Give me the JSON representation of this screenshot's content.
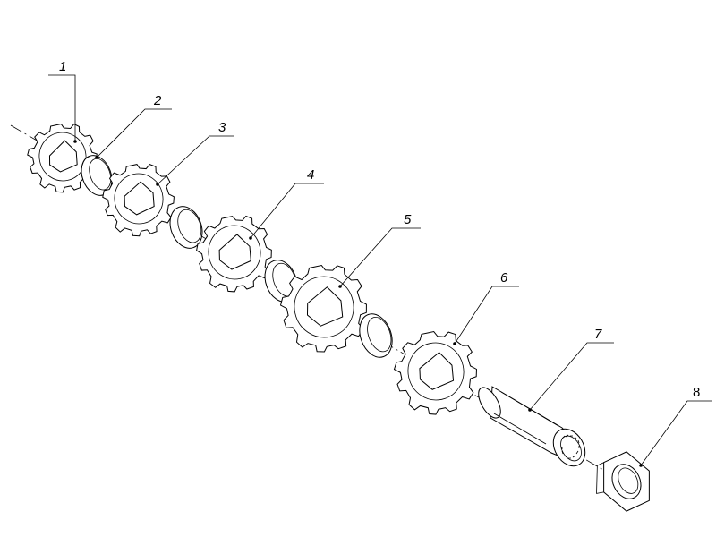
{
  "drawing": {
    "callouts": [
      {
        "number": "1"
      },
      {
        "number": "2"
      },
      {
        "number": "3"
      },
      {
        "number": "4"
      },
      {
        "number": "5"
      },
      {
        "number": "6"
      },
      {
        "number": "7"
      },
      {
        "number": "8"
      }
    ]
  }
}
